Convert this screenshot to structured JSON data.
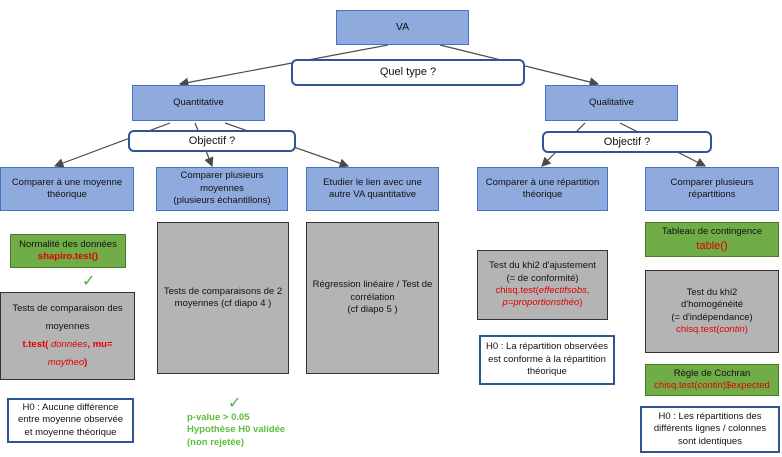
{
  "va": "VA",
  "quel_type": "Quel type ?",
  "quantitative": "Quantitative",
  "qualitative": "Qualitative",
  "objectif": "Objectif ?",
  "objectif_right": "Objectif ?",
  "check": "✓",
  "col1": {
    "title": "Comparer à une moyenne théorique",
    "normalite_label": "Normalité des données",
    "normalite_code": "shapiro.test()",
    "tests_label_1": "Tests de comparaison des",
    "tests_label_2": "moyennes",
    "ttest_a": "t.test(",
    "ttest_b": " données",
    "ttest_c": ", mu=",
    "ttest_d": "moytheo",
    "ttest_e": ")",
    "h0": "H0 : Aucune différence entre moyenne observée et moyenne théorique"
  },
  "pvalue": {
    "line1": "p-value > 0.05",
    "line2": "Hypothèse H0 validée",
    "line3": "(non rejetée)"
  },
  "col2": {
    "title_1": "Comparer plusieurs moyennes",
    "title_2": "(plusieurs échantillons)",
    "body": "Tests de comparaisons de 2 moyennes (cf diapo 4 )"
  },
  "col3": {
    "title": "Etudier le lien avec une autre VA quantitative",
    "body_1": "Régression linéaire / Test de corrélation",
    "body_2": "(cf diapo 5 )"
  },
  "col4": {
    "title": "Comparer à une répartition théorique",
    "test_1": "Test du khi2 d'ajustement",
    "test_2": "(= de conformité)",
    "code_a": "chisq.test(",
    "code_b": "effectifsobs",
    "code_c": ",",
    "code_d": "p=proportionsthéo",
    "code_e": ")",
    "h0": "H0 : La répartition observées est conforme à la répartition théorique"
  },
  "col5": {
    "title": "Comparer plusieurs répartitions",
    "tableau_label": "Tableau de contingence",
    "tableau_code": "table()",
    "khi2_1": "Test du khi2",
    "khi2_2": "d'homogénéité",
    "khi2_3": "(= d'indépendance)",
    "khi2_code_a": "chisq.test(",
    "khi2_code_b": "contin",
    "khi2_code_c": ")",
    "cochran_label": "Règle de Cochran",
    "cochran_code_a": "chisq.test(",
    "cochran_code_b": "contin",
    "cochran_code_c": ")$expected",
    "h0": "H0 : Les répartitions des différents lignes / colonnes sont identiques"
  }
}
